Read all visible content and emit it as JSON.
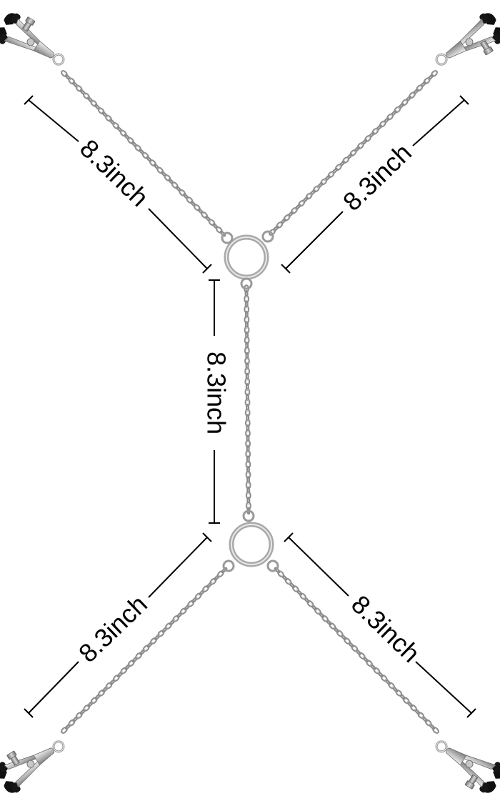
{
  "dimensions": {
    "upper_left": "8.3inch",
    "upper_right": "8.3inch",
    "middle": "8.3inch",
    "lower_left": "8.3inch",
    "lower_right": "8.3inch"
  },
  "colors": {
    "chain": "#a9a9a9",
    "clamp_metal": "#c8c8c8",
    "clamp_rubber": "#111111",
    "dimension_line": "#000000",
    "background": "#ffffff"
  }
}
